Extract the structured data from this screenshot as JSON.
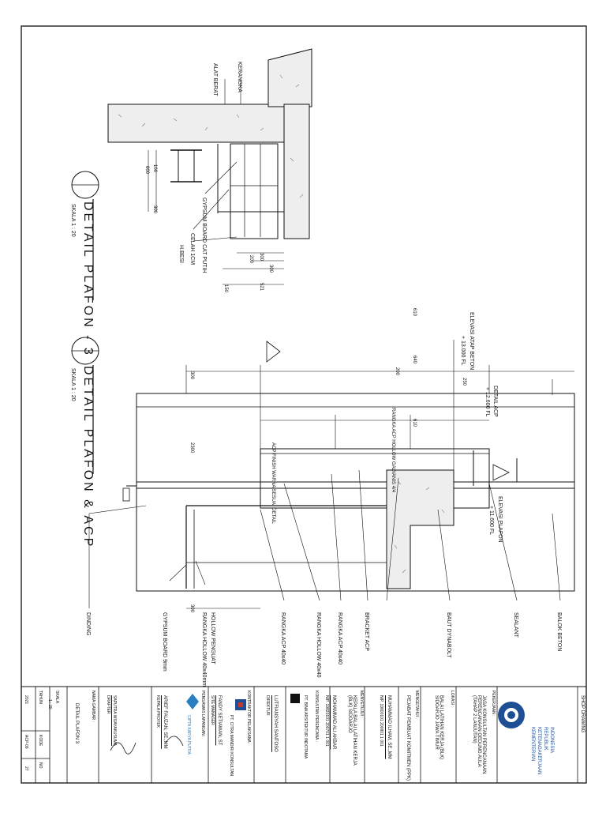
{
  "drawing": {
    "title_upper": "DETAIL PLAFON - 3",
    "scale_upper": "SKALA   1 : 20",
    "title_lower": "DETAIL PLAFON & ACP",
    "scale_lower": "SKALA   1 : 20",
    "upper_labels": {
      "l1": "ALAT BERAT",
      "l2": "KERANGKA",
      "l3": "GYPSUM BOARD CAT PUTIH",
      "l4": "CELAH 1CM",
      "l5": "H.BESI"
    },
    "upper_dims": [
      "100",
      "600",
      "300",
      "300",
      "200",
      "150",
      "300",
      "521"
    ],
    "lower_dims": [
      "300",
      "2300",
      "610",
      "640",
      "610",
      "200",
      "250",
      "300"
    ],
    "lower_top_labels": {
      "elevasi_atap": "ELEVASI ATAP BETON",
      "elevasi_value_1": "+ 13.000 FL",
      "detail_acp": "DETAIL ACP",
      "detail_acp_value": "+ 12.600 FL",
      "rangka_acp": "RANGKA ACP HOLLOW GALVANIS 4/4",
      "acp_finish": "ACP FINISH WARNA SESUAI DETAIL",
      "elevasi_plafon": "ELEVASI PLAFON",
      "elevasi_value_2": "+ 11.600 FL"
    },
    "lower_bottom_labels": [
      "DINDING",
      "GYPSUM BOARD 9mm",
      "RANGKA HOLLOW 40x40mm",
      "HOLLOW PENGUAT",
      "RANGKA ACP 40x40",
      "RANGKA HOLLOW 40x40",
      "RANGKA ACP 40x40",
      "BRACKET ACP",
      "BAUT DYNABOLT",
      "SEALANT",
      "BALOK BETON"
    ]
  },
  "titleblock": {
    "header": "SHOP DRAWING",
    "ministry_line1": "KEMENTERIAN",
    "ministry_line2": "KETENAGAKERJAAN",
    "ministry_line3": "REPUBLIK",
    "ministry_line4": "INDONESIA",
    "pekerjaan_label": "PEKERJAAN :",
    "pekerjaan_value": "JASA KONSULTAN PERENCANAAN PERENCANAAN GEDUNG AULA (TAHAP 2 LANJUTAN)",
    "lokasi_label": "LOKASI :",
    "lokasi_value": "BALAI LATIHAN KERJA (BLK) SIDOARJO JAWA TIMUR",
    "mengetahui_label": "MENGETAHUI :",
    "mengetahui_value": "PEJABAT PEMBUAT KOMITMEN (PPK)",
    "ppk_name": "MUHAMMAD ILHAM, SE.,MM",
    "ppk_nip": "NIP. 19800101 200801 1 001",
    "menyetujui_label": "MENYETUJUI :",
    "menyetujui_value": "KEPALA BALAI LATIHAN KERJA (BLK) SIDOARJO",
    "kepala_name": "MOHAMMAD ALI AKBAR",
    "kepala_nip": "NIP. 19820101 200701 1 001",
    "konsultan_label": "KONSULTAN PERENCANA :",
    "konsultan_company": "PT. BINA ARSITEKTUR INDOTAMA",
    "konsultan_name": "LUTFIANSYAH SANTOSO",
    "konsultan_role": "DIREKTUR",
    "kontraktor_label": "KONTRAKTOR PELAKSANA :",
    "kontraktor_company": "PT. CITRA MANDIRI KONSULTAN",
    "kontraktor_name": "FANDY SETIAWAN, ST",
    "kontraktor_role": "SITE MANAGER",
    "pengawas_label": "PENGAWAS LAPANGAN :",
    "pengawas_company": "CIPTA KARYA PUTRA",
    "pengawas_name": "ARIEF FAUZAN, SE.,MM",
    "pengawas_role": "KEPALA PROYEK",
    "drafter_name": "SAPUTRA WIJAYAKUSUMA",
    "drafter_role": "DRAFTER",
    "nama_gambar_label": "NAMA GAMBAR :",
    "nama_gambar_value": "DETAIL PLAFON 3",
    "skala_label": "SKALA",
    "skala_value": "1 : 20",
    "tahun_label": "TAHUN",
    "tahun_value": "2021",
    "kode_label": "KODE",
    "kode_value": "ACP-09",
    "no_label": "NO",
    "no_value": "27"
  }
}
